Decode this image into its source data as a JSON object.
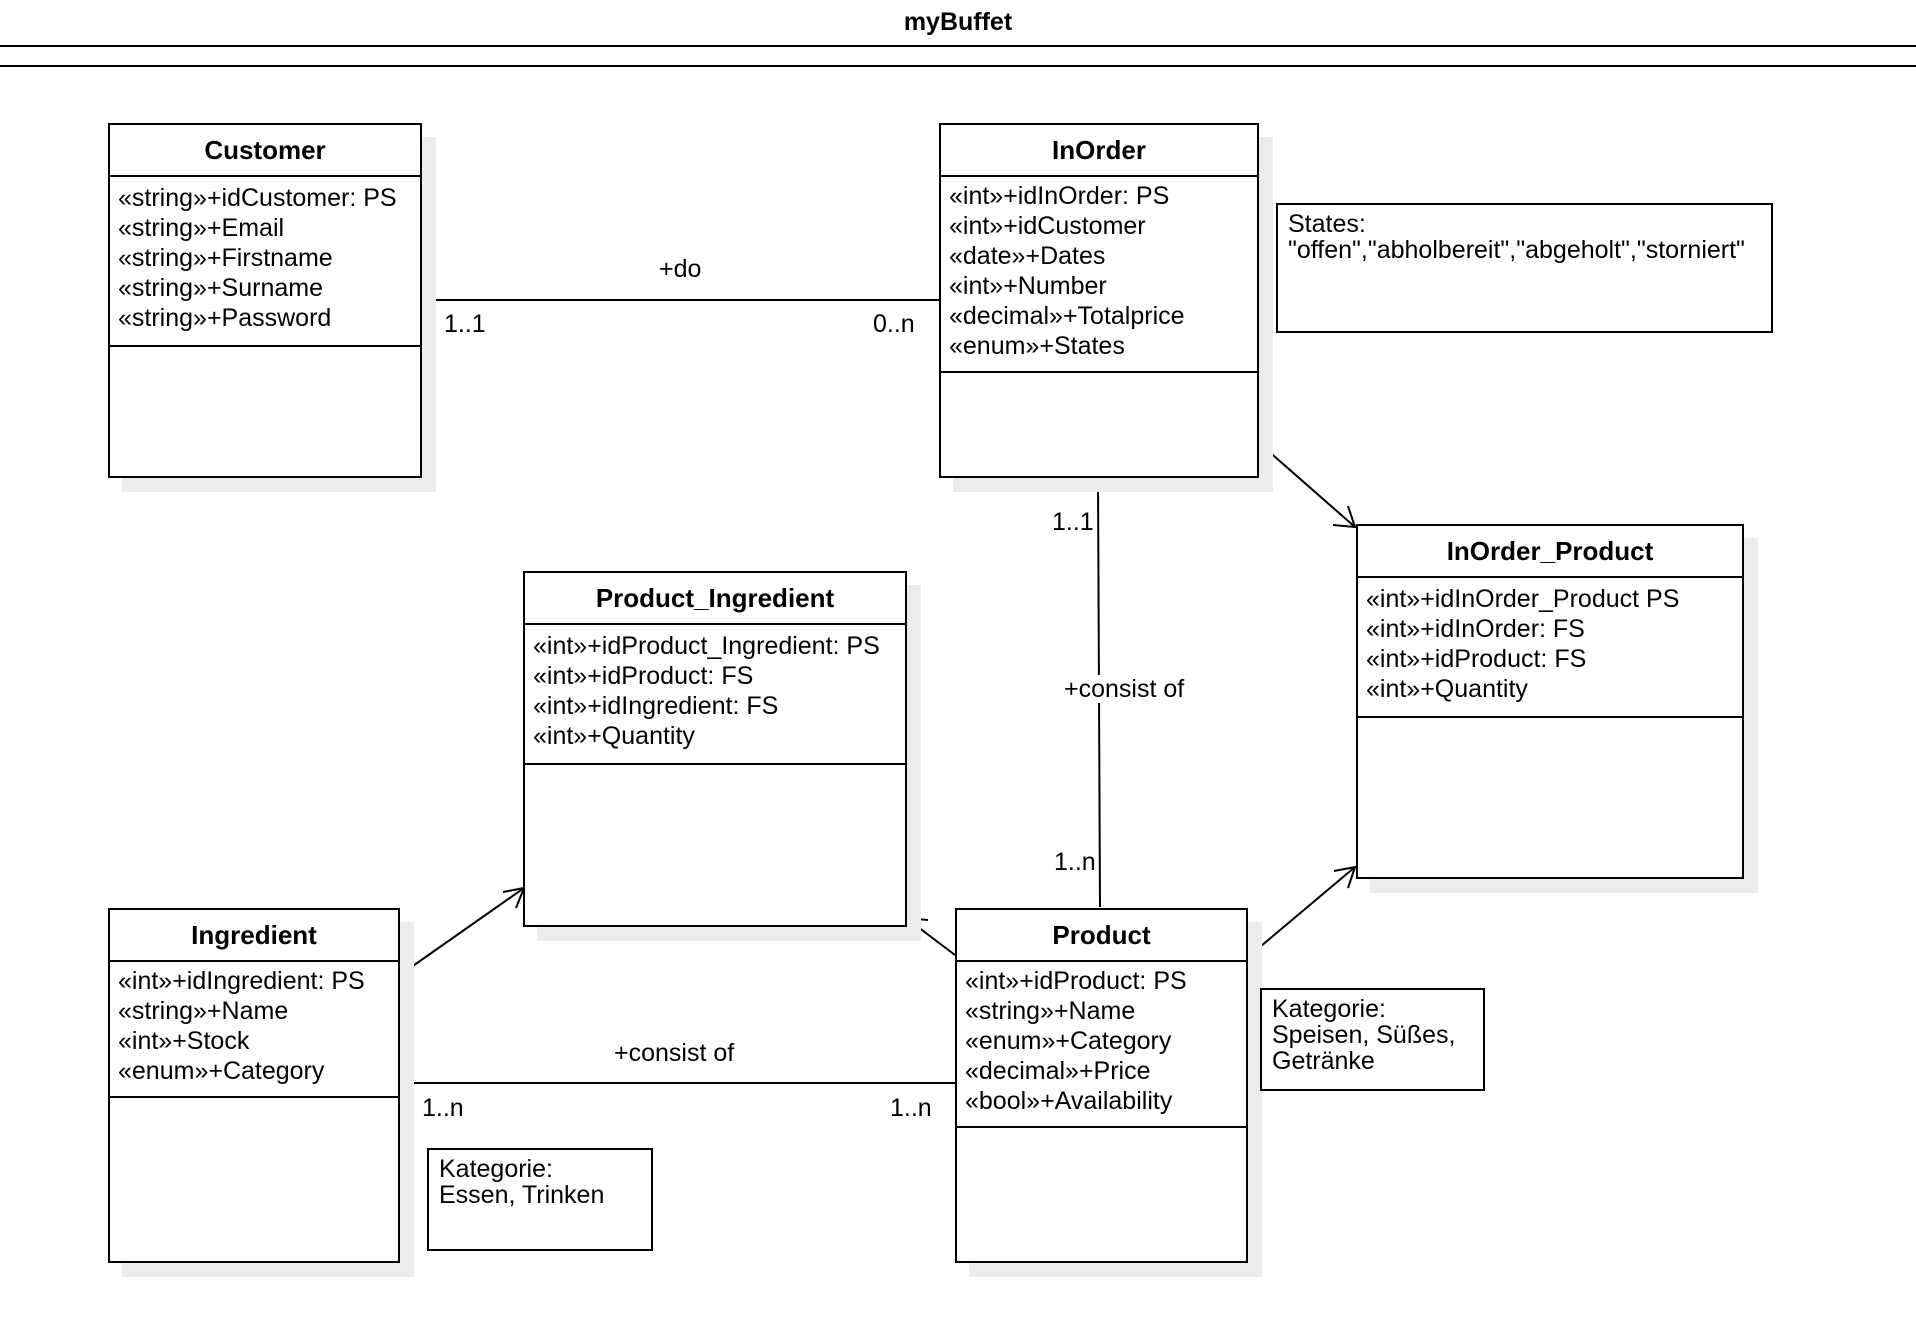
{
  "title": "myBuffet",
  "classes": {
    "customer": {
      "name": "Customer",
      "attributes": [
        "«string»+idCustomer: PS",
        "«string»+Email",
        "«string»+Firstname",
        "«string»+Surname",
        "«string»+Password"
      ]
    },
    "inorder": {
      "name": "InOrder",
      "attributes": [
        "«int»+idInOrder: PS",
        "«int»+idCustomer",
        "«date»+Dates",
        "«int»+Number",
        "«decimal»+Totalprice",
        "«enum»+States"
      ]
    },
    "inorder_product": {
      "name": "InOrder_Product",
      "attributes": [
        "«int»+idInOrder_Product PS",
        "«int»+idInOrder: FS",
        "«int»+idProduct: FS",
        "«int»+Quantity"
      ]
    },
    "product_ingredient": {
      "name": "Product_Ingredient",
      "attributes": [
        "«int»+idProduct_Ingredient: PS",
        "«int»+idProduct: FS",
        "«int»+idIngredient: FS",
        "«int»+Quantity"
      ]
    },
    "ingredient": {
      "name": "Ingredient",
      "attributes": [
        "«int»+idIngredient: PS",
        "«string»+Name",
        "«int»+Stock",
        "«enum»+Category"
      ]
    },
    "product": {
      "name": "Product",
      "attributes": [
        "«int»+idProduct: PS",
        "«string»+Name",
        "«enum»+Category",
        "«decimal»+Price",
        "«bool»+Availability"
      ]
    }
  },
  "notes": {
    "states": [
      "States:",
      "\"offen\",\"abholbereit\",\"abgeholt\",\"storniert\""
    ],
    "product_kategorie": [
      "Kategorie:",
      "Speisen, Süßes,",
      "Getränke"
    ],
    "ingredient_kategorie": [
      "Kategorie:",
      "Essen, Trinken"
    ]
  },
  "associations": {
    "customer_inorder": {
      "label": "+do",
      "source_mult": "1..1",
      "target_mult": "0..n"
    },
    "inorder_product": {
      "label": "+consist of",
      "source_mult": "1..1",
      "target_mult": "1..n"
    },
    "ingredient_product": {
      "label": "+consist of",
      "source_mult": "1..n",
      "target_mult": "1..n"
    }
  }
}
